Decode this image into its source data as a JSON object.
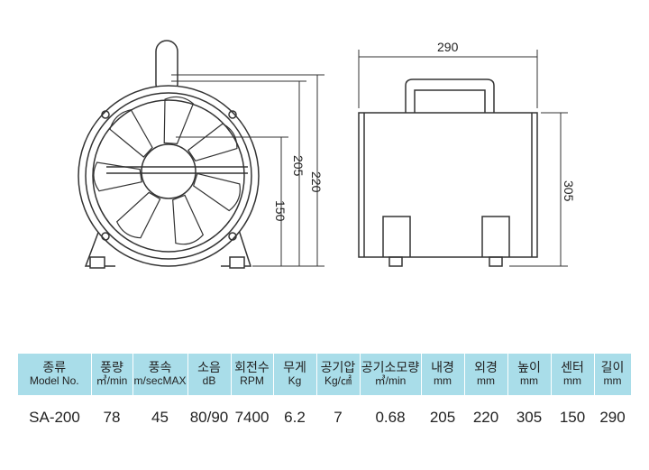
{
  "dimensions": {
    "inner_diameter": "205",
    "outer_diameter": "220",
    "center": "150",
    "length": "290",
    "height": "305"
  },
  "table": {
    "headers": [
      {
        "ko": "종류",
        "unit": "Model No."
      },
      {
        "ko": "풍량",
        "unit": "㎥/min"
      },
      {
        "ko": "풍속",
        "unit": "m/secMAX"
      },
      {
        "ko": "소음",
        "unit": "dB"
      },
      {
        "ko": "회전수",
        "unit": "RPM"
      },
      {
        "ko": "무게",
        "unit": "Kg"
      },
      {
        "ko": "공기압",
        "unit": "Kg/㎠"
      },
      {
        "ko": "공기소모량",
        "unit": "㎥/min"
      },
      {
        "ko": "내경",
        "unit": "mm"
      },
      {
        "ko": "외경",
        "unit": "mm"
      },
      {
        "ko": "높이",
        "unit": "mm"
      },
      {
        "ko": "센터",
        "unit": "mm"
      },
      {
        "ko": "길이",
        "unit": "mm"
      }
    ],
    "rows": [
      [
        "SA-200",
        "78",
        "45",
        "80/90",
        "7400",
        "6.2",
        "7",
        "0.68",
        "205",
        "220",
        "305",
        "150",
        "290"
      ]
    ]
  }
}
